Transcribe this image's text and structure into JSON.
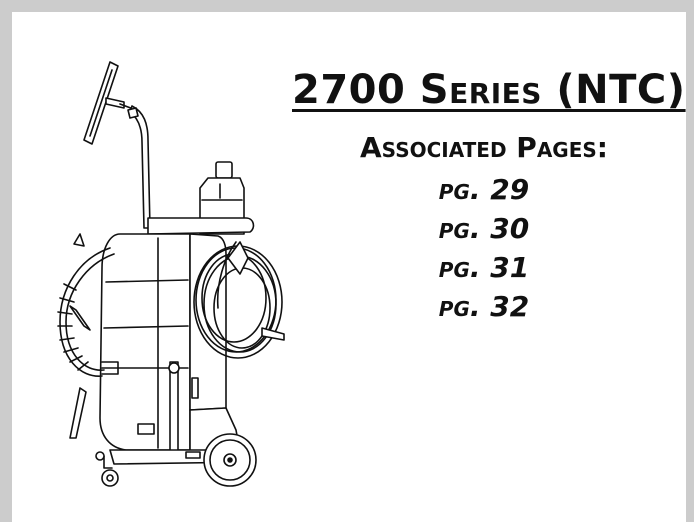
{
  "title": "2700 Series (NTC)",
  "subtitle": "Associated Pages:",
  "pages": [
    {
      "prefix": "pg.",
      "number": "29"
    },
    {
      "prefix": "pg.",
      "number": "30"
    },
    {
      "prefix": "pg.",
      "number": "31"
    },
    {
      "prefix": "pg.",
      "number": "32"
    }
  ],
  "illustration": {
    "subject": "cleaning-machine-line-drawing",
    "stroke_color": "#111111",
    "fill_color": "#ffffff"
  },
  "colors": {
    "border": "#cccccc",
    "background": "#ffffff",
    "text": "#111111"
  }
}
